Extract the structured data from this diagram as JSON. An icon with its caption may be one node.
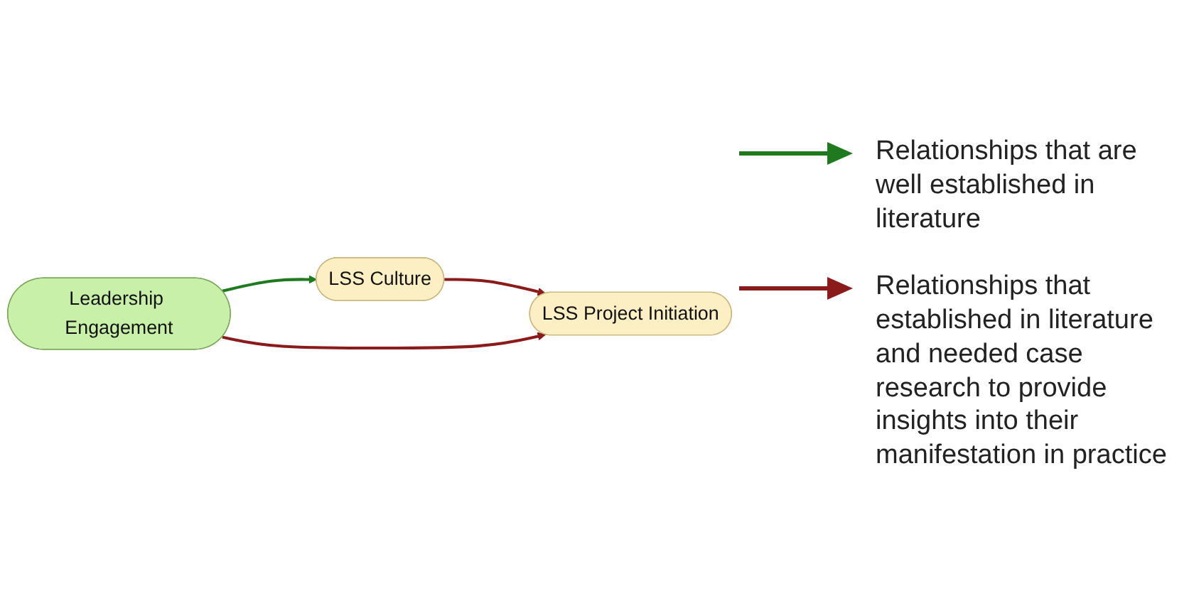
{
  "diagram": {
    "nodes": [
      {
        "text": [
          "LSS Culture"
        ]
      },
      {
        "text": [
          "Leadership Engagement"
        ]
      },
      {
        "text": [
          "LSS Project Initiation"
        ]
      }
    ],
    "edges": [
      {
        "from": 1,
        "to": 0,
        "arrow": "to",
        "color": "#1f7a1f"
      },
      {
        "from": 0,
        "to": 2,
        "arrow": "to"
      },
      {
        "from": 1,
        "to": 2,
        "arrow": "to"
      }
    ],
    "legend": [
      {
        "text": "Relationships that are well established in literature"
      },
      {
        "text": "Relationships that established in literature and needed case research to provide insights into their manifestation in practice"
      }
    ]
  }
}
